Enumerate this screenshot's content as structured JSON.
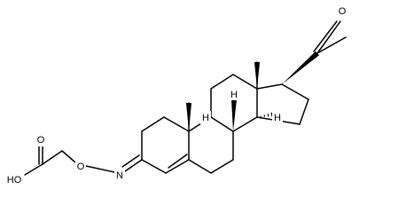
{
  "diagram": {
    "type": "chemical-structure",
    "atom_labels": {
      "carbonyl_oxygen": "O",
      "acid_oxygen": "O",
      "hydroxyl": "HO",
      "ether_oxygen": "O",
      "imine_nitrogen": "N",
      "h9": "H",
      "h8": "H",
      "h14": "H"
    },
    "colors": {
      "bond": "#000000",
      "background": "#ffffff"
    }
  }
}
